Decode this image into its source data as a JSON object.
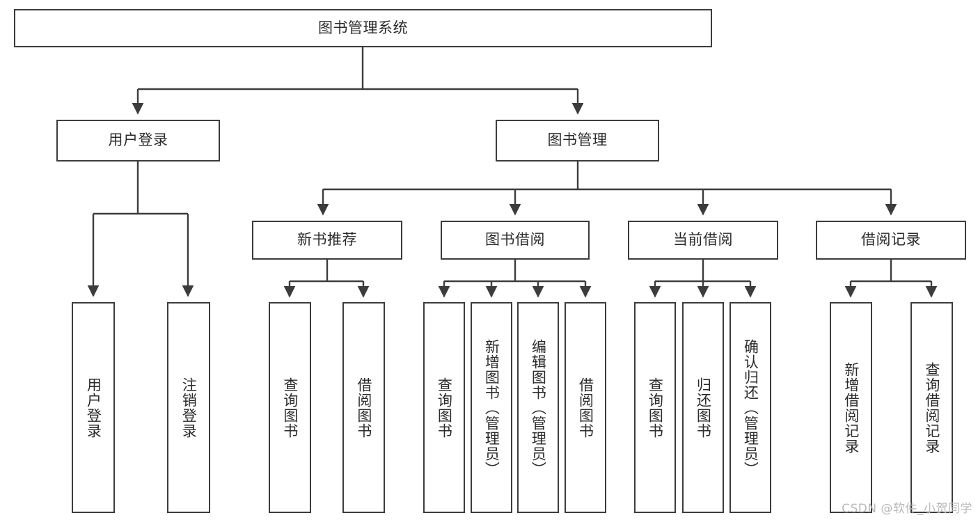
{
  "diagram": {
    "title": "图书管理系统",
    "type": "tree-hierarchy",
    "watermark": "CSDN @软件_小贺同学",
    "colors": {
      "box_border": "#3c3c3c",
      "box_fill": "#ffffff",
      "edge": "#3c3c3c",
      "text": "#2b2b2b",
      "watermark": "#b9b9b9"
    }
  },
  "nodes": {
    "root": {
      "label": "图书管理系统"
    },
    "level2": [
      {
        "id": "user-login",
        "label": "用户登录"
      },
      {
        "id": "book-manage",
        "label": "图书管理"
      }
    ],
    "level3": [
      {
        "id": "new-book-recommend",
        "label": "新书推荐"
      },
      {
        "id": "book-borrow",
        "label": "图书借阅"
      },
      {
        "id": "current-borrow",
        "label": "当前借阅"
      },
      {
        "id": "borrow-record",
        "label": "借阅记录"
      }
    ],
    "leaves": {
      "user-login": [
        {
          "id": "leaf-user-login",
          "label": "用户登录"
        },
        {
          "id": "leaf-logout",
          "label": "注销登录"
        }
      ],
      "new-book-recommend": [
        {
          "id": "leaf-query-book-1",
          "label": "查询图书"
        },
        {
          "id": "leaf-borrow-book-1",
          "label": "借阅图书"
        }
      ],
      "book-borrow": [
        {
          "id": "leaf-query-book-2",
          "label": "查询图书"
        },
        {
          "id": "leaf-add-book",
          "label": "新增图书（管理员）"
        },
        {
          "id": "leaf-edit-book",
          "label": "编辑图书（管理员）"
        },
        {
          "id": "leaf-borrow-book-2",
          "label": "借阅图书"
        }
      ],
      "current-borrow": [
        {
          "id": "leaf-query-book-3",
          "label": "查询图书"
        },
        {
          "id": "leaf-return-book",
          "label": "归还图书"
        },
        {
          "id": "leaf-confirm-return",
          "label": "确认归还（管理员）"
        }
      ],
      "borrow-record": [
        {
          "id": "leaf-add-record",
          "label": "新增借阅记录"
        },
        {
          "id": "leaf-query-record",
          "label": "查询借阅记录"
        }
      ]
    }
  }
}
